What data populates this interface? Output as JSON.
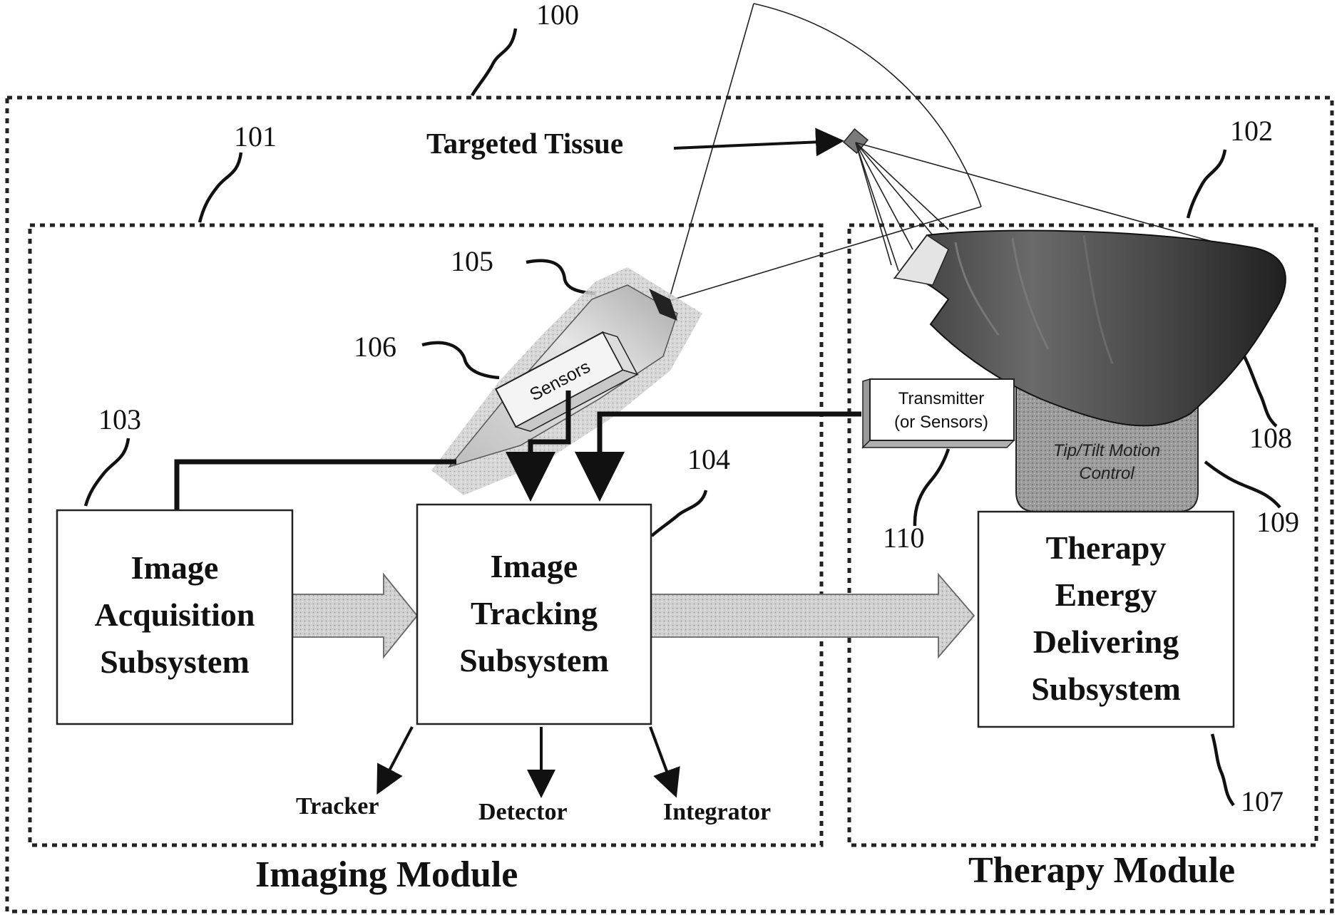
{
  "ref_numbers": {
    "system": "100",
    "imaging_module": "101",
    "therapy_module": "102",
    "image_acquisition": "103",
    "image_tracking": "104",
    "probe": "105",
    "sensors": "106",
    "therapy_energy": "107",
    "transducer": "108",
    "motion_control": "109",
    "transmitter": "110"
  },
  "labels": {
    "targeted_tissue": "Targeted Tissue",
    "imaging_module": "Imaging Module",
    "therapy_module": "Therapy Module",
    "sensors": "Sensors",
    "transmitter_line1": "Transmitter",
    "transmitter_line2": "(or Sensors)",
    "motion_line1": "Tip/Tilt Motion",
    "motion_line2": "Control",
    "tracker": "Tracker",
    "detector": "Detector",
    "integrator": "Integrator"
  },
  "blocks": {
    "image_acquisition": [
      "Image",
      "Acquisition",
      "Subsystem"
    ],
    "image_tracking": [
      "Image",
      "Tracking",
      "Subsystem"
    ],
    "therapy_energy": [
      "Therapy",
      "Energy",
      "Delivering",
      "Subsystem"
    ]
  }
}
